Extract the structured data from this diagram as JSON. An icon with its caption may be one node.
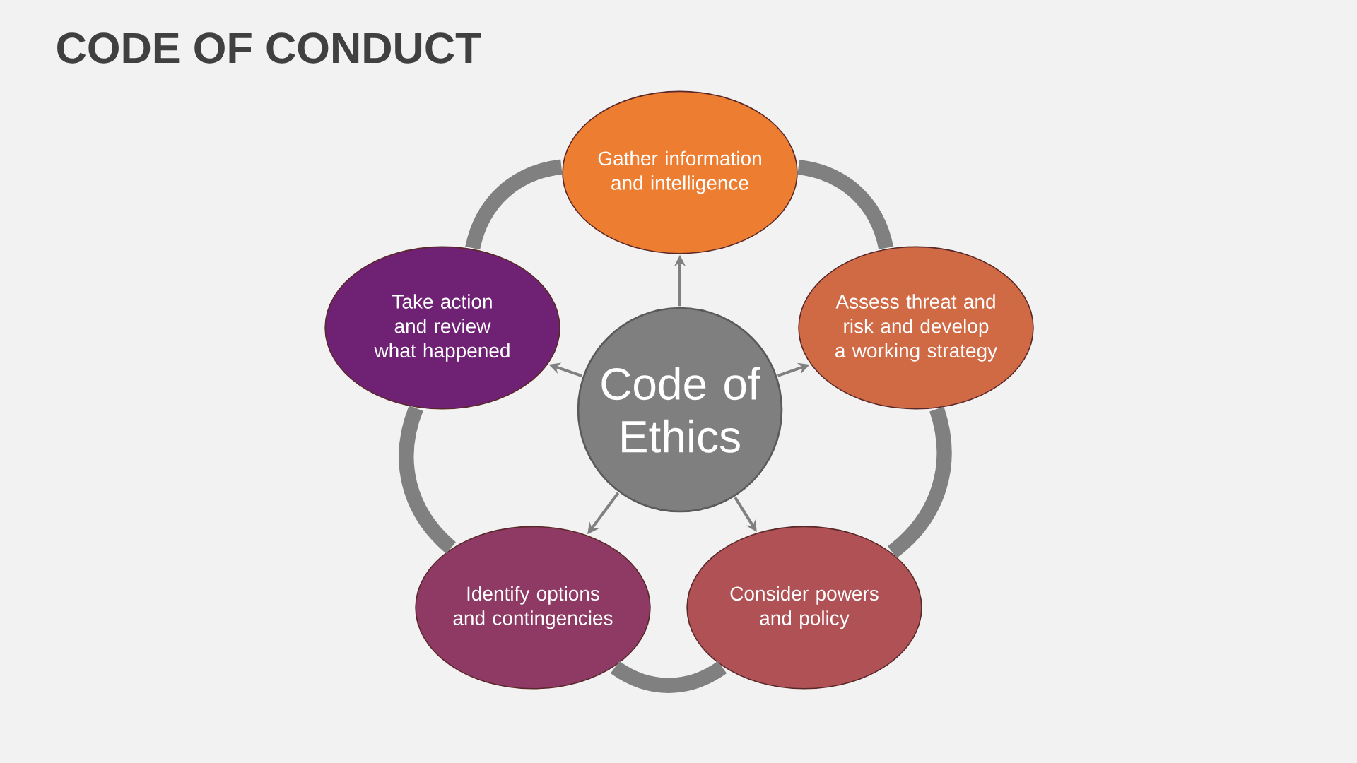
{
  "diagram": {
    "title": "CODE OF CONDUCT",
    "nodes": [
      {
        "text": [
          "Code of Ethics"
        ]
      },
      {
        "text": [
          "Gather information and intelligence"
        ]
      },
      {
        "text": [
          "Assess threat and risk and develop a working strategy"
        ]
      },
      {
        "text": [
          "Consider powers and policy"
        ]
      },
      {
        "text": [
          "Identify options and contingencies"
        ]
      },
      {
        "text": [
          "Take action and review what happened"
        ]
      }
    ],
    "edges": [
      {
        "from": 0,
        "to": 1,
        "arrow": "to"
      },
      {
        "from": 0,
        "to": 2,
        "arrow": "to"
      },
      {
        "from": 0,
        "to": 3,
        "arrow": "to"
      },
      {
        "from": 0,
        "to": 4,
        "arrow": "to"
      },
      {
        "from": 0,
        "to": 5,
        "arrow": "to"
      },
      {
        "from": 1,
        "to": 2,
        "arrow": "none",
        "style": "thick"
      },
      {
        "from": 2,
        "to": 3,
        "arrow": "none",
        "style": "thick"
      },
      {
        "from": 3,
        "to": 4,
        "arrow": "none",
        "style": "thick"
      },
      {
        "from": 4,
        "to": 5,
        "arrow": "none",
        "style": "thick"
      },
      {
        "from": 5,
        "to": 1,
        "arrow": "none",
        "style": "thick"
      }
    ]
  }
}
